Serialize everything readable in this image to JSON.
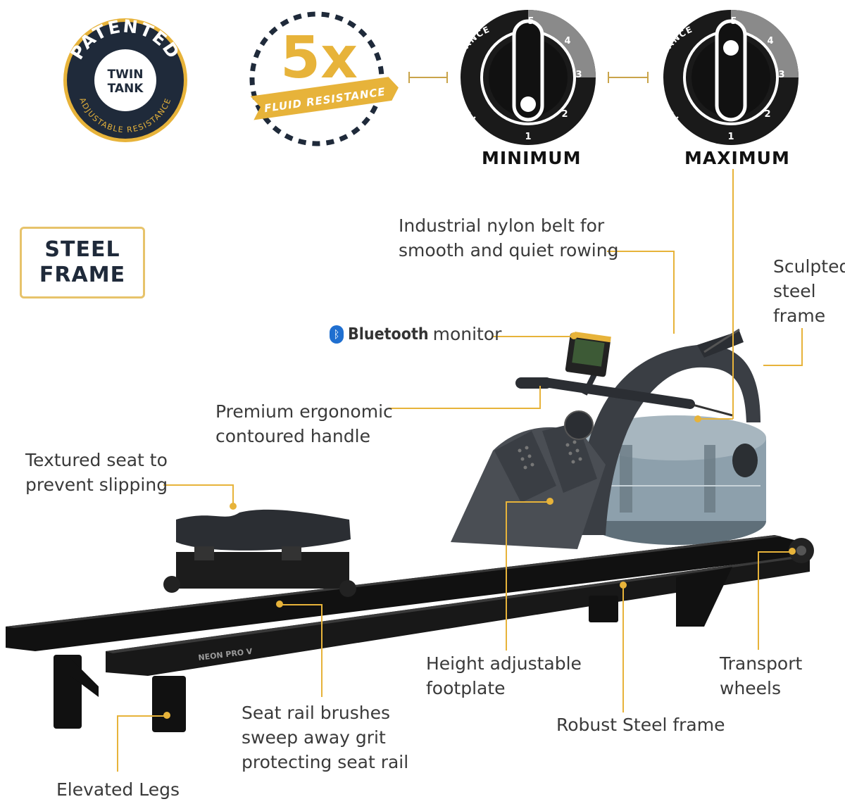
{
  "badges": {
    "patented": {
      "top": "PATENTED",
      "center": [
        "TWIN",
        "TANK"
      ],
      "bottom": "ADJUSTABLE RESISTANCE"
    },
    "five_x": {
      "value": "5x",
      "ribbon": "FLUID RESISTANCE"
    },
    "steel_frame": [
      "STEEL",
      "FRAME"
    ]
  },
  "dials": {
    "ring_text": "FLUID RESISTANCE",
    "ticks": [
      "1",
      "2",
      "3",
      "4",
      "5"
    ],
    "minimum": {
      "title": "MINIMUM",
      "level": 1
    },
    "maximum": {
      "title": "MAXIMUM",
      "level": 5
    }
  },
  "callouts": {
    "belt": [
      "Industrial nylon belt for",
      "smooth and quiet rowing"
    ],
    "sculpted": [
      "Sculpted",
      "steel",
      "frame"
    ],
    "bluetooth_brand": "Bluetooth",
    "bluetooth_rest": "monitor",
    "handle": [
      "Premium ergonomic",
      "contoured handle"
    ],
    "seat": [
      "Textured seat to",
      "prevent slipping"
    ],
    "footplate": [
      "Height adjustable",
      "footplate"
    ],
    "wheels": [
      "Transport",
      "wheels"
    ],
    "brushes": [
      "Seat rail brushes",
      "sweep away grit",
      "protecting seat rail"
    ],
    "robust": "Robust Steel frame",
    "legs": "Elevated Legs"
  },
  "product": {
    "brand_label": "NEON PRO V"
  },
  "colors": {
    "accent": "#e7b33a",
    "navy": "#1f2a3a",
    "frame": "#141414",
    "tank": "#8da0ac"
  }
}
